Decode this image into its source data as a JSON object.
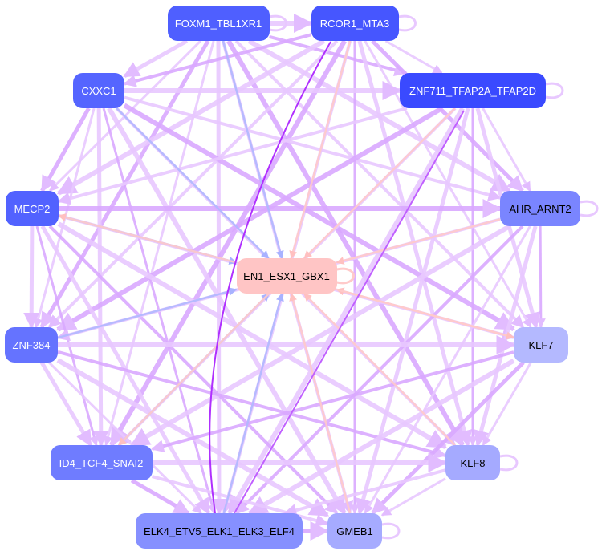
{
  "graph": {
    "nodes": [
      {
        "id": "FOXM1_TBL1XR1",
        "label": "FOXM1_TBL1XR1",
        "color": "#4f5fff",
        "text": "#ffffff"
      },
      {
        "id": "RCOR1_MTA3",
        "label": "RCOR1_MTA3",
        "color": "#4656ff",
        "text": "#ffffff"
      },
      {
        "id": "CXXC1",
        "label": "CXXC1",
        "color": "#5565ff",
        "text": "#ffffff"
      },
      {
        "id": "ZNF711_TFAP2A_TFAP2D",
        "label": "ZNF711_TFAP2A_TFAP2D",
        "color": "#3a4aff",
        "text": "#ffffff"
      },
      {
        "id": "MECP2",
        "label": "MECP2",
        "color": "#5262ff",
        "text": "#ffffff"
      },
      {
        "id": "AHR_ARNT2",
        "label": "AHR_ARNT2",
        "color": "#7a85ff",
        "text": "#000000"
      },
      {
        "id": "EN1_ESX1_GBX1",
        "label": "EN1_ESX1_GBX1",
        "color": "#ffc5c5",
        "text": "#000000"
      },
      {
        "id": "ZNF384",
        "label": "ZNF384",
        "color": "#6573ff",
        "text": "#ffffff"
      },
      {
        "id": "KLF7",
        "label": "KLF7",
        "color": "#b4b9ff",
        "text": "#000000"
      },
      {
        "id": "ID4_TCF4_SNAI2",
        "label": "ID4_TCF4_SNAI2",
        "color": "#6f7cff",
        "text": "#ffffff"
      },
      {
        "id": "KLF8",
        "label": "KLF8",
        "color": "#a5aaff",
        "text": "#000000"
      },
      {
        "id": "ELK4_ETV5_ELK1_ELK3_ELF4",
        "label": "ELK4_ETV5_ELK1_ELK3_ELF4",
        "color": "#8690ff",
        "text": "#000000"
      },
      {
        "id": "GMEB1",
        "label": "GMEB1",
        "color": "#a6abff",
        "text": "#000000"
      }
    ],
    "edge_colors": {
      "default": "#e8c8ff",
      "strong": "#d9a8ff",
      "pink": "#ffcaca",
      "blue": "#b0b8ff",
      "purple": "#b030ff"
    }
  }
}
